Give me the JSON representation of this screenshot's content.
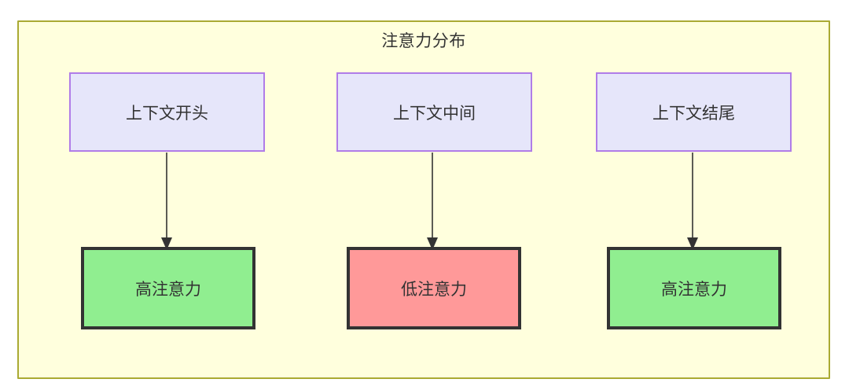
{
  "diagram": {
    "title": "注意力分布",
    "type": "flowchart",
    "background_color": "#ffffff",
    "container": {
      "fill": "#ffffdd",
      "stroke": "#aaaa33"
    },
    "palette": {
      "context_fill": "#e6e6fa",
      "context_stroke": "#b07ce8",
      "high_attention_fill": "#90ee90",
      "low_attention_fill": "#ff9999",
      "node_stroke": "#333333",
      "edge_color": "#333333",
      "text_color": "#333333"
    },
    "columns": [
      {
        "id": "col-start",
        "source": {
          "id": "context-start",
          "label": "上下文开头",
          "style": "context"
        },
        "target": {
          "id": "attention-high-start",
          "label": "高注意力",
          "style": "high"
        },
        "edge": {
          "from": "context-start",
          "to": "attention-high-start",
          "label": "",
          "arrow": "arrow-down"
        }
      },
      {
        "id": "col-middle",
        "source": {
          "id": "context-middle",
          "label": "上下文中间",
          "style": "context"
        },
        "target": {
          "id": "attention-low-middle",
          "label": "低注意力",
          "style": "low"
        },
        "edge": {
          "from": "context-middle",
          "to": "attention-low-middle",
          "label": "",
          "arrow": "arrow-down"
        }
      },
      {
        "id": "col-end",
        "source": {
          "id": "context-end",
          "label": "上下文结尾",
          "style": "context"
        },
        "target": {
          "id": "attention-high-end",
          "label": "高注意力",
          "style": "high"
        },
        "edge": {
          "from": "context-end",
          "to": "attention-high-end",
          "label": "",
          "arrow": "arrow-down"
        }
      }
    ]
  }
}
